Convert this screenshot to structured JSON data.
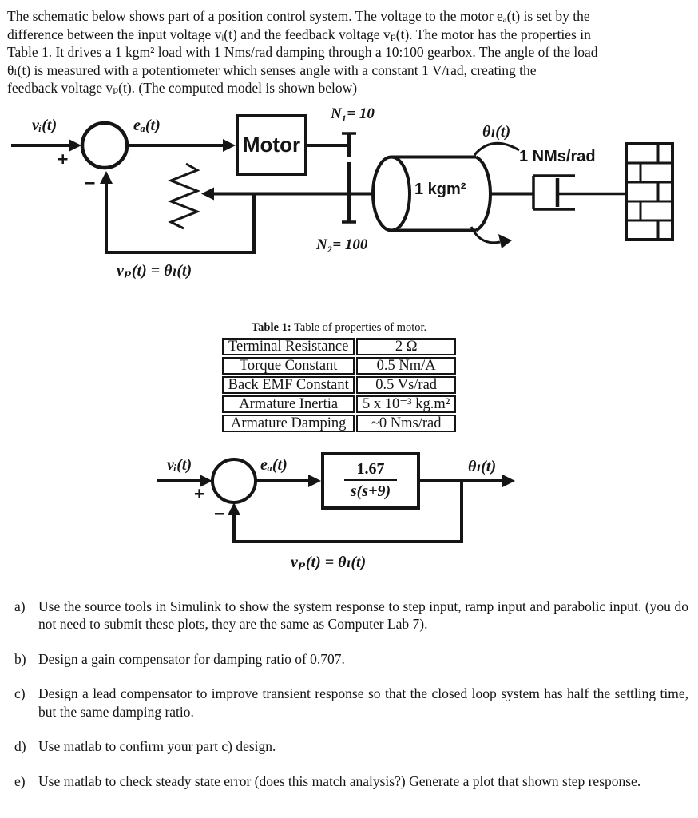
{
  "intro": {
    "lines": [
      "The schematic below shows part of a position control system. The voltage to the motor eₐ(t) is set by the",
      "difference between the input voltage vᵢ(t) and the feedback voltage vₚ(t). The motor has the properties in",
      "Table 1. It drives a 1 kgm² load with 1 Nms/rad damping through a 10:100 gearbox. The angle of the load",
      "θₗ(t) is measured with a potentiometer which senses angle with a constant 1 V/rad, creating the",
      "feedback voltage vₚ(t). (The computed model is shown below)"
    ]
  },
  "schematic": {
    "input_label": "vᵢ(t)",
    "plus_sign": "+",
    "minus_sign": "−",
    "error_label": "eₐ(t)",
    "motor_label": "Motor",
    "gear_n1_label": "N₁= 10",
    "gear_n2_label": "N₂= 100",
    "load_inertia_label": "1 kgm²",
    "load_angle_label": "θₗ(t)",
    "damping_label": "1 NMs/rad",
    "feedback_label": "vₚ(t) =  θₗ(t)"
  },
  "motor_table": {
    "caption_title": "Table 1:",
    "caption_text": " Table of properties of motor.",
    "rows": [
      {
        "property": "Terminal Resistance",
        "value": "2 Ω"
      },
      {
        "property": "Torque Constant",
        "value": "0.5 Nm/A"
      },
      {
        "property": "Back EMF Constant",
        "value": "0.5 Vs/rad"
      },
      {
        "property": "Armature Inertia",
        "value": "5 x 10⁻³ kg.m²"
      },
      {
        "property": "Armature Damping",
        "value": "~0 Nms/rad"
      }
    ]
  },
  "block_diagram": {
    "input_label": "vᵢ(t)",
    "plus_sign": "+",
    "minus_sign": "−",
    "error_label": "eₐ(t)",
    "tf_numerator": "1.67",
    "tf_denominator": "s(s+9)",
    "output_label": "θₗ(t)",
    "feedback_label": "vₚ(t) =  θₗ(t)"
  },
  "questions": {
    "items": [
      {
        "label": "a)",
        "text": "Use the source tools in Simulink to show the system response to step input, ramp input and parabolic input.  (you do not need to submit these plots, they are the same as Computer Lab 7)."
      },
      {
        "label": "b)",
        "text": "Design a gain compensator for damping ratio of 0.707."
      },
      {
        "label": "c)",
        "text": "Design a lead compensator to improve transient response so that the closed loop system has half the settling time, but the same damping ratio."
      },
      {
        "label": "d)",
        "text": "Use matlab to confirm your part c) design."
      },
      {
        "label": "e)",
        "text": "Use matlab to check steady state error (does this match analysis?) Generate a plot that shown step response."
      }
    ]
  }
}
